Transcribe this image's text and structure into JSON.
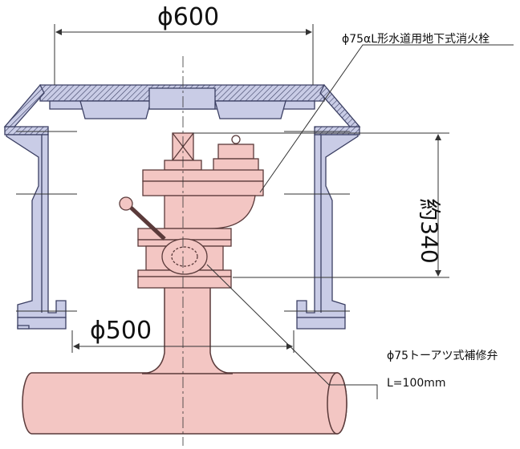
{
  "labels": {
    "dim_top": "ϕ600",
    "dim_bottom": "ϕ500",
    "dim_height": "約340",
    "callout_hydrant": "ϕ75αL形水道用地下式消火栓",
    "callout_valve_line1": "ϕ75トーアツ式補修弁",
    "callout_valve_line2": "L=100mm"
  },
  "colors": {
    "box_fill": "#c9cce6",
    "box_stroke": "#3b3f63",
    "pipe_fill": "#f3c6c3",
    "pipe_stroke": "#5a3a3a",
    "line": "#333333"
  }
}
